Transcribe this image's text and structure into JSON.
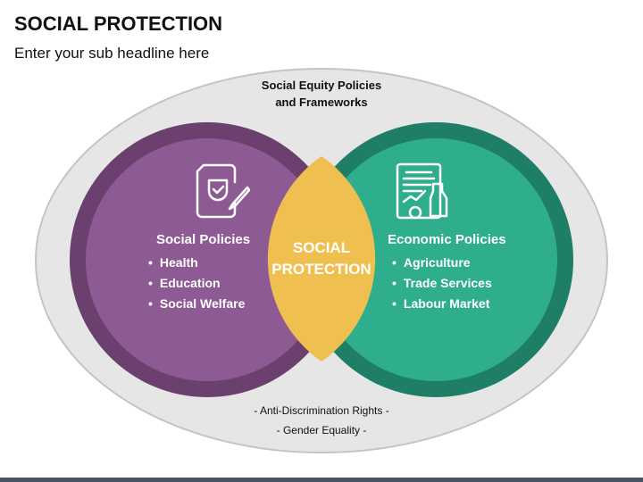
{
  "title": "SOCIAL PROTECTION",
  "subtitle": "Enter your sub headline here",
  "outer_label": [
    "Social Equity Policies",
    "and Frameworks"
  ],
  "center_label": [
    "SOCIAL",
    "PROTECTION"
  ],
  "left": {
    "title": "Social Policies",
    "items": [
      "Health",
      "Education",
      "Social Welfare"
    ],
    "icon": "policy-document-icon"
  },
  "right": {
    "title": "Economic Policies",
    "items": [
      "Agriculture",
      "Trade Services",
      "Labour Market"
    ],
    "icon": "economic-report-icon"
  },
  "bottom_notes": [
    "- Anti-Discrimination Rights -",
    "- Gender Equality -"
  ],
  "colors": {
    "purple": "#8e5a93",
    "purple_ring": "#6b3f6e",
    "green": "#2fae8e",
    "green_ring": "#1f7f66",
    "gold": "#efbf4f",
    "outer": "#e6e6e6",
    "bar": "#465568"
  }
}
